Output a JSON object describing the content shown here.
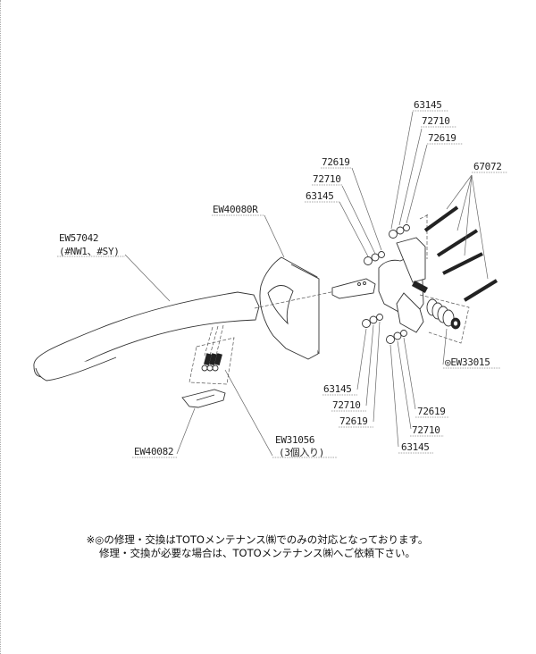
{
  "diagram": {
    "type": "exploded-parts-view",
    "parts": [
      {
        "id": "handle",
        "label_lines": [
          "EW57042",
          "(#NW1、#SY)"
        ]
      },
      {
        "id": "escutcheon",
        "label_lines": [
          "EW40080R"
        ]
      },
      {
        "id": "bracket",
        "label_lines": [
          "EW40082"
        ]
      },
      {
        "id": "screws",
        "label_lines": [
          "EW31056",
          "(3個入り)"
        ]
      },
      {
        "id": "mechanism",
        "label_lines": [
          "◎EW33015"
        ]
      },
      {
        "id": "bolts",
        "label_lines": [
          "67072"
        ]
      }
    ],
    "top_right_stack": [
      "63145",
      "72710",
      "72619"
    ],
    "mid_left_stack": [
      "72619",
      "72710",
      "63145"
    ],
    "lower_left_stack": [
      "63145",
      "72710",
      "72619"
    ],
    "lower_right_stack": [
      "72619",
      "72710",
      "63145"
    ]
  },
  "notes": {
    "line1": "※◎の修理・交換はTOTOメンテナンス㈱でのみの対応となっております。",
    "line2": "修理・交換が必要な場合は、TOTOメンテナンス㈱へご依頼下さい。"
  }
}
